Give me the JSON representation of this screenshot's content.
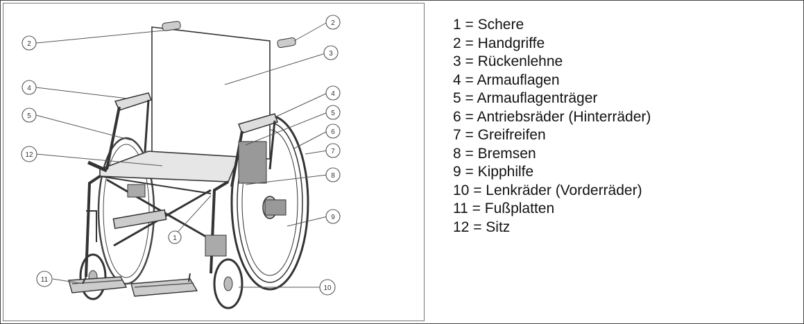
{
  "legend": [
    {
      "number": "1",
      "sep": " = ",
      "label": "Schere"
    },
    {
      "number": "2",
      "sep": " = ",
      "label": "Handgriffe"
    },
    {
      "number": "3",
      "sep": " = ",
      "label": "Rückenlehne"
    },
    {
      "number": "4",
      "sep": " = ",
      "label": "Armauflagen"
    },
    {
      "number": "5",
      "sep": " = ",
      "label": "Armauflagenträger"
    },
    {
      "number": "6",
      "sep": " = ",
      "label": "Antriebsräder (Hinterräder)"
    },
    {
      "number": "7",
      "sep": " = ",
      "label": "Greifreifen"
    },
    {
      "number": "8",
      "sep": " = ",
      "label": "Bremsen"
    },
    {
      "number": "9",
      "sep": " = ",
      "label": "Kipphilfe"
    },
    {
      "number": "10",
      "sep": " = ",
      "label": "Lenkräder (Vorderräder)"
    },
    {
      "number": "11",
      "sep": " = ",
      "label": "Fußplatten"
    },
    {
      "number": "12",
      "sep": " = ",
      "label": "Sitz"
    }
  ],
  "callouts": {
    "c1": "1",
    "c2a": "2",
    "c2b": "2",
    "c3": "3",
    "c4a": "4",
    "c4b": "4",
    "c5a": "5",
    "c5b": "5",
    "c6": "6",
    "c7": "7",
    "c8": "8",
    "c9": "9",
    "c10": "10",
    "c11": "11",
    "c12": "12"
  },
  "illustration": {
    "icon": "wheelchair-icon"
  }
}
